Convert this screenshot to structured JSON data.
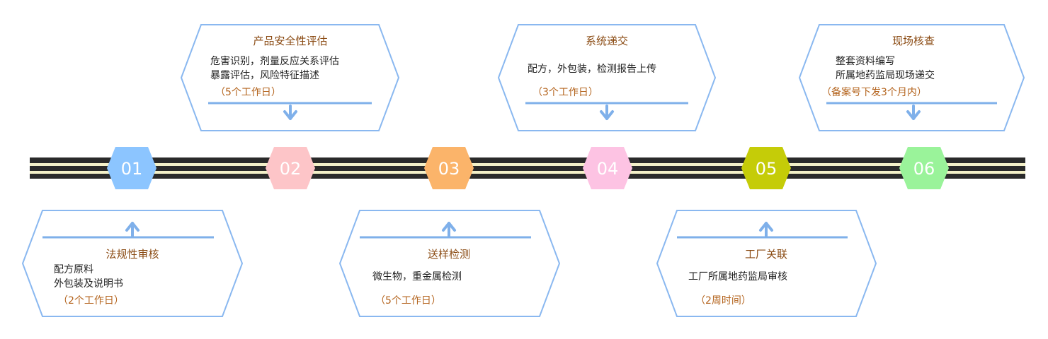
{
  "colors": {
    "outline": "#8ab8f0",
    "separator": "#7fb0ea",
    "arrow": "#7fb0ea",
    "track_dark": "#2a2a2a",
    "track_light": "#f3f0c8",
    "title_text": "#8a4a12",
    "note_text": "#b4641e",
    "body_text": "#222222"
  },
  "nodes": [
    {
      "label": "01",
      "color": "#8cc5ff"
    },
    {
      "label": "02",
      "color": "#fdc5c8"
    },
    {
      "label": "03",
      "color": "#fbb46a"
    },
    {
      "label": "04",
      "color": "#fdc3e3"
    },
    {
      "label": "05",
      "color": "#c5cc08"
    },
    {
      "label": "06",
      "color": "#9af39a"
    }
  ],
  "top_cards": [
    {
      "title": "产品安全性评估",
      "lines": [
        "危害识别，剂量反应关系评估",
        "暴露评估，风险特征描述"
      ],
      "note": "（5个工作日）"
    },
    {
      "title": "系统递交",
      "lines": [
        "配方，外包装，检测报告上传"
      ],
      "note": "（3个工作日）"
    },
    {
      "title": "现场核查",
      "lines": [
        "整套资料编写",
        "所属地药监局现场递交"
      ],
      "note": "（备案号下发3个月内）"
    }
  ],
  "bottom_cards": [
    {
      "title": "法规性审核",
      "lines": [
        "配方原料",
        "外包装及说明书"
      ],
      "note": "（2个工作日）"
    },
    {
      "title": "送样检测",
      "lines": [
        "微生物，重金属检测"
      ],
      "note": "（5个工作日）"
    },
    {
      "title": "工厂关联",
      "lines": [
        "工厂所属地药监局审核"
      ],
      "note": "（2周时间）"
    }
  ]
}
